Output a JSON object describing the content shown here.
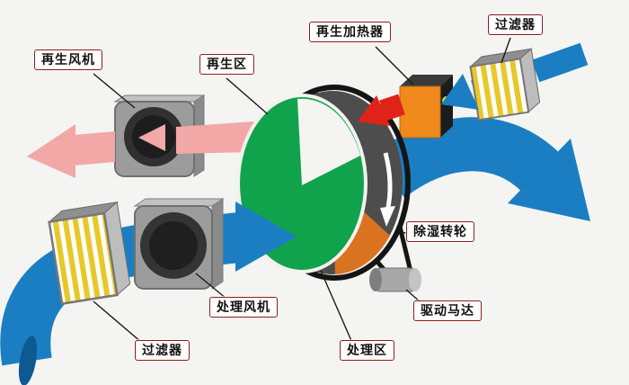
{
  "labels": {
    "regen_fan": "再生风机",
    "regen_zone": "再生区",
    "regen_heater": "再生加热器",
    "filter_top": "过滤器",
    "dehumid_wheel": "除湿转轮",
    "drive_motor": "驱动马达",
    "process_fan": "处理风机",
    "process_zone": "处理区",
    "filter_bottom": "过滤器"
  },
  "colors": {
    "background": "#f4f4f2",
    "process_air_blue": "#1b7ec2",
    "process_air_dark": "#0d5a92",
    "regen_exhaust_pink": "#f2a8a6",
    "hot_air_red": "#e02318",
    "wheel_green": "#11a34c",
    "wheel_rim_gray": "#4d4d4d",
    "wheel_orange": "#d9731f",
    "heater_orange": "#f08a1c",
    "heater_dark": "#1c1c1c",
    "indicator_yellow": "#cfe32a",
    "filter_yellow": "#e8c829",
    "fan_gray": "#9c9c9c",
    "belt_black": "#151515",
    "label_border": "#8a1a1a",
    "label_text": "#111111"
  }
}
